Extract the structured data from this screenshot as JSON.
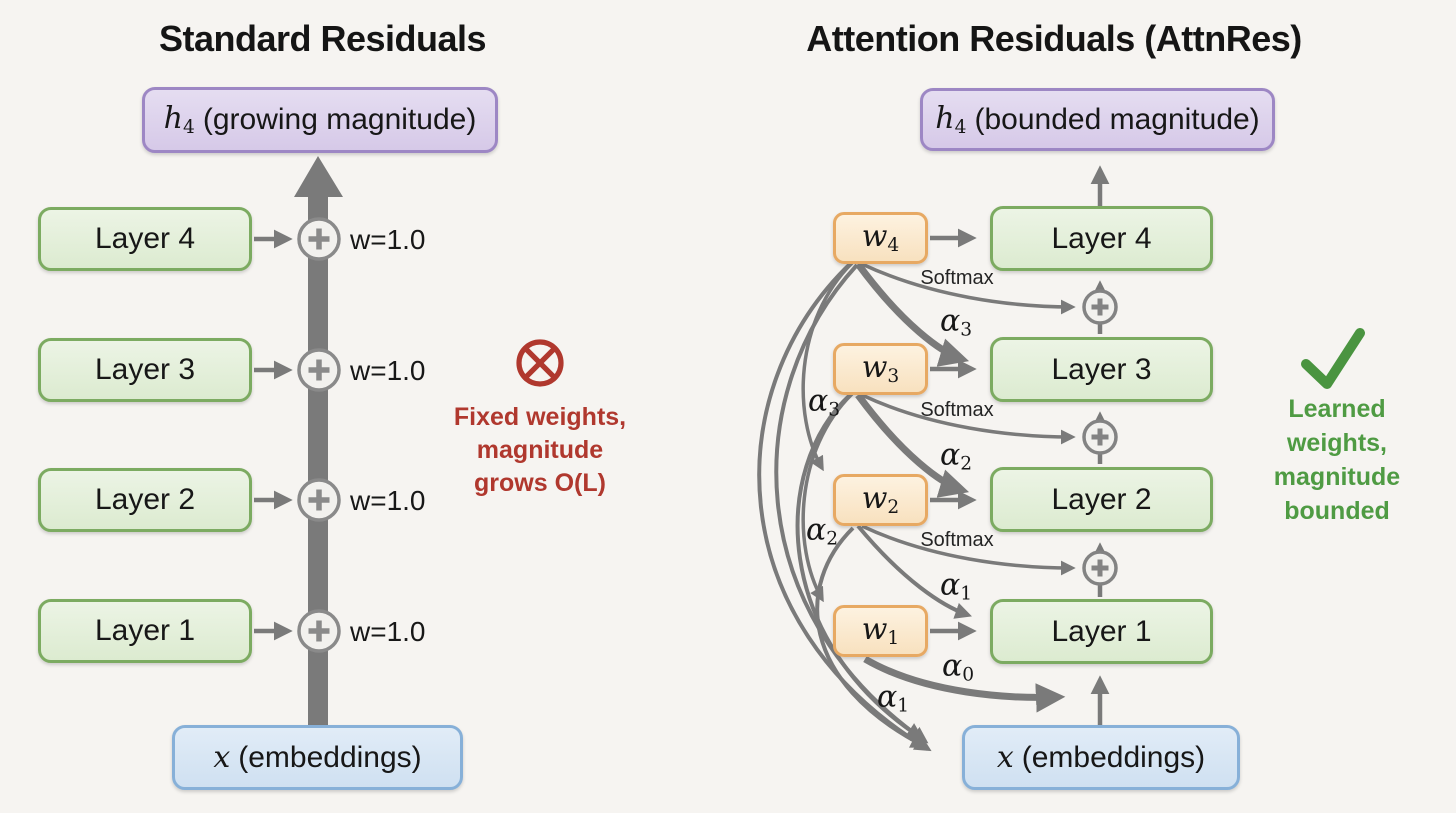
{
  "background": "#f6f4f1",
  "palette": {
    "box_green_fill": "#e4efdb",
    "box_green_border": "#7cab61",
    "box_purple_fill": "#ded4ec",
    "box_purple_border": "#9d87c4",
    "box_blue_fill": "#d9e6f4",
    "box_blue_border": "#87b0d8",
    "box_orange_fill": "#fbe8cd",
    "box_orange_border": "#e7a963",
    "arrow_gray": "#7a7a7a",
    "negative_red": "#b0382e",
    "positive_green": "#4f9b43"
  },
  "left_panel": {
    "title": "Standard Residuals",
    "output_box": {
      "symbol": "h",
      "subscript": "4",
      "label": "(growing magnitude)"
    },
    "layer_boxes": [
      "Layer 4",
      "Layer 3",
      "Layer 2",
      "Layer 1"
    ],
    "weight_labels": [
      "w=1.0",
      "w=1.0",
      "w=1.0",
      "w=1.0"
    ],
    "input_box": {
      "symbol": "x",
      "label": "(embeddings)"
    },
    "annotation": {
      "icon": "crossed-circle",
      "lines": [
        "Fixed weights,",
        "magnitude",
        "grows O(L)"
      ]
    }
  },
  "right_panel": {
    "title": "Attention Residuals (AttnRes)",
    "output_box": {
      "symbol": "h",
      "subscript": "4",
      "label": "(bounded magnitude)"
    },
    "layer_boxes": [
      "Layer 4",
      "Layer 3",
      "Layer 2",
      "Layer 1"
    ],
    "weight_boxes": [
      {
        "symbol": "w",
        "subscript": "4"
      },
      {
        "symbol": "w",
        "subscript": "3"
      },
      {
        "symbol": "w",
        "subscript": "2"
      },
      {
        "symbol": "w",
        "subscript": "1"
      }
    ],
    "softmax_labels": [
      "Softmax",
      "Softmax",
      "Softmax"
    ],
    "alpha_labels": [
      {
        "symbol": "α",
        "subscript": "3"
      },
      {
        "symbol": "α",
        "subscript": "3"
      },
      {
        "symbol": "α",
        "subscript": "2"
      },
      {
        "symbol": "α",
        "subscript": "2"
      },
      {
        "symbol": "α",
        "subscript": "1"
      },
      {
        "symbol": "α",
        "subscript": "0"
      },
      {
        "symbol": "α",
        "subscript": "1"
      }
    ],
    "input_box": {
      "symbol": "x",
      "label": "(embeddings)"
    },
    "annotation": {
      "icon": "check",
      "lines": [
        "Learned",
        "weights,",
        "magnitude",
        "bounded"
      ]
    }
  }
}
